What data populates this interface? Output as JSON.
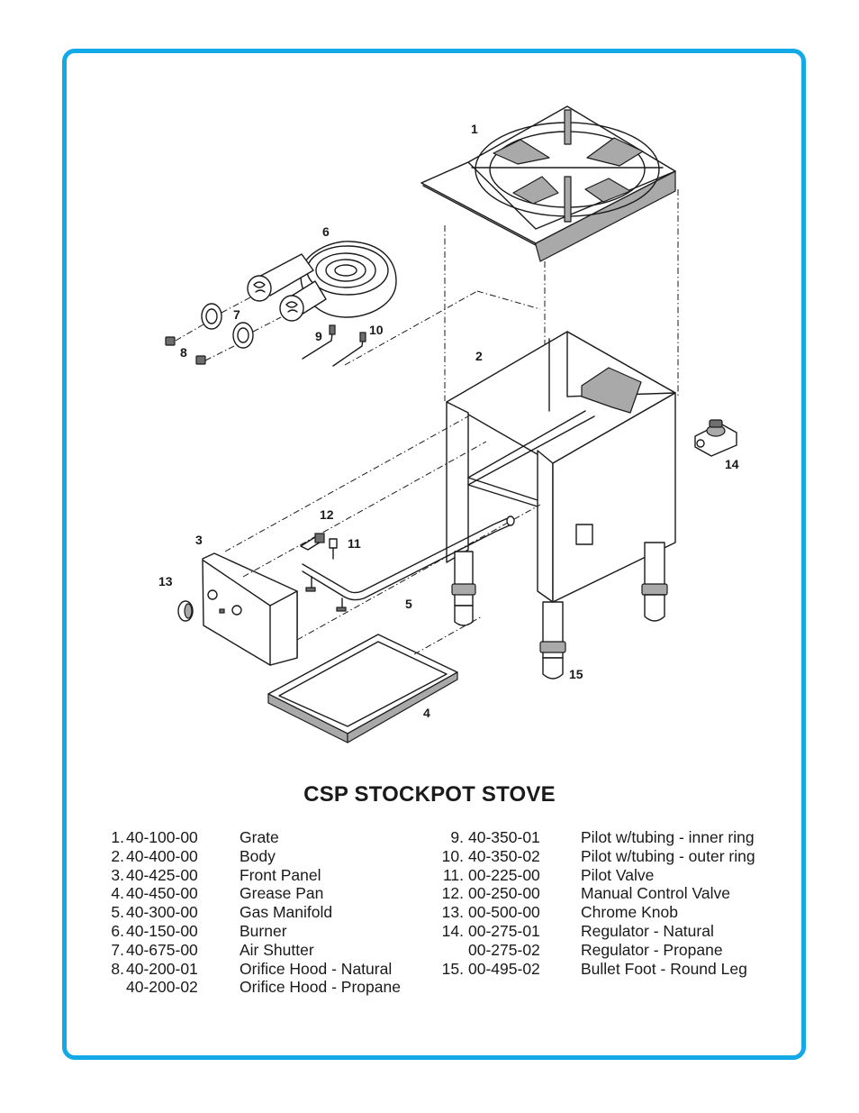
{
  "title": "CSP STOCKPOT STOVE",
  "colors": {
    "border": "#12a9e6",
    "line": "#1a1a1a"
  },
  "callouts": {
    "c1": "1",
    "c2": "2",
    "c3": "3",
    "c4": "4",
    "c5": "5",
    "c6": "6",
    "c7": "7",
    "c8": "8",
    "c9": "9",
    "c10": "10",
    "c11": "11",
    "c12": "12",
    "c13": "13",
    "c14": "14",
    "c15": "15"
  },
  "parts_left": [
    {
      "num": "1.",
      "code": "40-100-00",
      "desc": "Grate"
    },
    {
      "num": "2.",
      "code": "40-400-00",
      "desc": "Body"
    },
    {
      "num": "3.",
      "code": "40-425-00",
      "desc": "Front Panel"
    },
    {
      "num": "4.",
      "code": "40-450-00",
      "desc": "Grease Pan"
    },
    {
      "num": "5.",
      "code": "40-300-00",
      "desc": "Gas Manifold"
    },
    {
      "num": "6.",
      "code": "40-150-00",
      "desc": "Burner"
    },
    {
      "num": "7.",
      "code": "40-675-00",
      "desc": "Air Shutter"
    },
    {
      "num": "8.",
      "code": "40-200-01",
      "desc": "Orifice Hood - Natural"
    },
    {
      "num": "",
      "code": "40-200-02",
      "desc": "Orifice Hood - Propane"
    }
  ],
  "parts_right": [
    {
      "num": "9.",
      "code": "40-350-01",
      "desc": "Pilot w/tubing - inner ring"
    },
    {
      "num": "10.",
      "code": "40-350-02",
      "desc": "Pilot w/tubing - outer ring"
    },
    {
      "num": "11.",
      "code": "00-225-00",
      "desc": "Pilot Valve"
    },
    {
      "num": "12.",
      "code": "00-250-00",
      "desc": "Manual Control Valve"
    },
    {
      "num": "13.",
      "code": "00-500-00",
      "desc": "Chrome Knob"
    },
    {
      "num": "14.",
      "code": "00-275-01",
      "desc": "Regulator - Natural"
    },
    {
      "num": "",
      "code": "00-275-02",
      "desc": "Regulator - Propane"
    },
    {
      "num": "15.",
      "code": "00-495-02",
      "desc": "Bullet Foot - Round Leg"
    }
  ]
}
